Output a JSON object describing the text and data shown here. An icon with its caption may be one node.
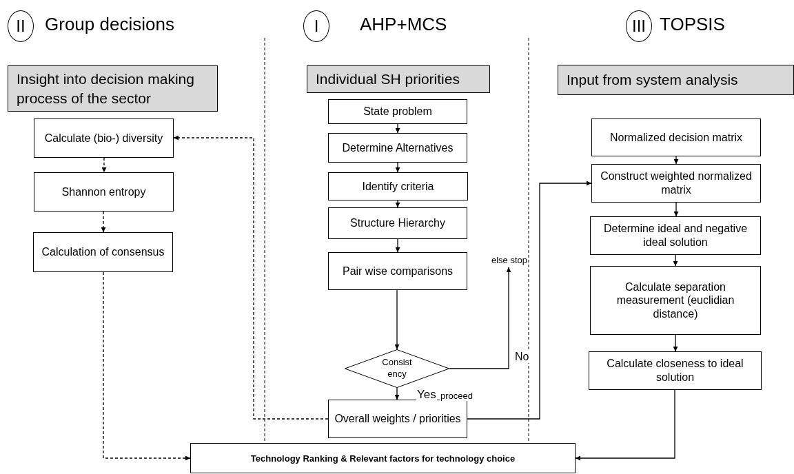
{
  "diagram": {
    "nodes": [
      {
        "text": [
          "II"
        ],
        "beside": [
          "Group decisions"
        ]
      },
      {
        "text": [
          "I"
        ],
        "beside": [
          "AHP+MCS"
        ]
      },
      {
        "text": [
          "III"
        ],
        "beside": [
          "TOPSIS"
        ]
      },
      {
        "text": [
          "Insight into decision making process of the sector"
        ]
      },
      {
        "text": [
          "Individual SH priorities"
        ]
      },
      {
        "text": [
          "Input from system analysis"
        ]
      },
      {
        "text": [
          "Calculate (bio-) diversity"
        ]
      },
      {
        "text": [
          "Shannon entropy"
        ]
      },
      {
        "text": [
          "Calculation of consensus"
        ]
      },
      {
        "text": [
          "State problem"
        ]
      },
      {
        "text": [
          "Determine Alternatives"
        ]
      },
      {
        "text": [
          "Identify criteria"
        ]
      },
      {
        "text": [
          "Structure Hierarchy"
        ]
      },
      {
        "text": [
          "Pair wise comparisons"
        ]
      },
      {
        "text": [
          "Consist ency"
        ]
      },
      {
        "text": [
          "else stop"
        ]
      },
      {
        "text": [
          "Overall weights / priorities"
        ]
      },
      {
        "text": [
          "Normalized decision matrix"
        ]
      },
      {
        "text": [
          "Construct weighted normalized matrix"
        ]
      },
      {
        "text": [
          "Determine ideal and negative ideal solution"
        ]
      },
      {
        "text": [
          "Calculate separation measurement (euclidian distance)"
        ]
      },
      {
        "text": [
          "Calculate closeness to ideal solution"
        ]
      },
      {
        "text": [
          "Technology Ranking & Relevant factors for technology choice"
        ]
      }
    ],
    "edges": [
      {
        "from": 6,
        "to": 7,
        "arrow": "to",
        "style": "dashed"
      },
      {
        "from": 7,
        "to": 8,
        "arrow": "to",
        "style": "dashed"
      },
      {
        "from": 9,
        "to": 10,
        "arrow": "to"
      },
      {
        "from": 10,
        "to": 11,
        "arrow": "to"
      },
      {
        "from": 11,
        "to": 12,
        "arrow": "to"
      },
      {
        "from": 12,
        "to": 13,
        "arrow": "to"
      },
      {
        "from": 13,
        "to": 14,
        "arrow": "to"
      },
      {
        "from": 14,
        "to": 15,
        "arrow": "to",
        "label": "No"
      },
      {
        "from": 14,
        "to": 16,
        "arrow": "to",
        "label": "Yes"
      },
      {
        "from": 16,
        "to": 6,
        "arrow": "to",
        "style": "dashed"
      },
      {
        "from": 16,
        "to": 18,
        "arrow": "to"
      },
      {
        "from": 8,
        "to": 22,
        "arrow": "to",
        "style": "dashed"
      },
      {
        "from": 17,
        "to": 18,
        "arrow": "to"
      },
      {
        "from": 18,
        "to": 19,
        "arrow": "to"
      },
      {
        "from": 19,
        "to": 20,
        "arrow": "to"
      },
      {
        "from": 20,
        "to": 21,
        "arrow": "to"
      },
      {
        "from": 21,
        "to": 22,
        "arrow": "to"
      }
    ],
    "labels": [
      "proceed"
    ]
  }
}
